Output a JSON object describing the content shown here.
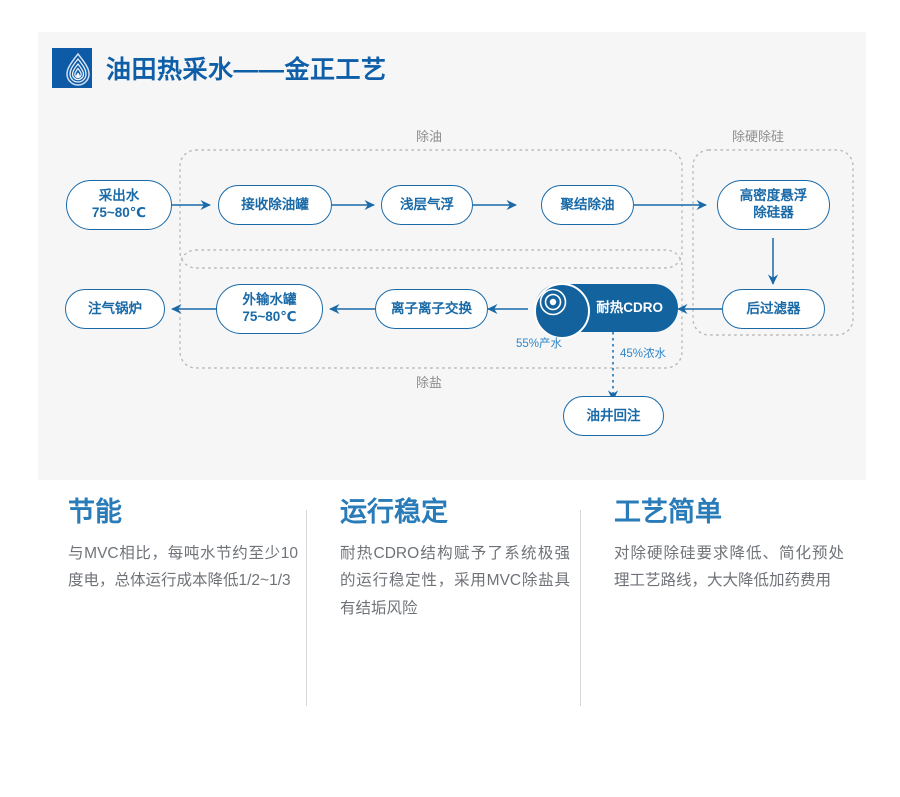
{
  "header": {
    "logo_icon": "water-drop-ripple-logo",
    "title": "油田热采水——金正工艺"
  },
  "diagram": {
    "groups": [
      {
        "key": "deoil",
        "label": "除油"
      },
      {
        "key": "desilica",
        "label": "除硬除硅"
      },
      {
        "key": "desalt",
        "label": "除盐"
      }
    ],
    "nodes": [
      {
        "key": "produced-water",
        "line1": "采出水",
        "line2": "75~80℃"
      },
      {
        "key": "receiving-tank",
        "line1": "接收除油罐",
        "line2": ""
      },
      {
        "key": "shallow-flotation",
        "line1": "浅层气浮",
        "line2": ""
      },
      {
        "key": "coalescing",
        "line1": "聚结除油",
        "line2": ""
      },
      {
        "key": "hd-desilicator",
        "line1": "高密度悬浮",
        "line2": "除硅器"
      },
      {
        "key": "post-filter",
        "line1": "后过滤器",
        "line2": ""
      },
      {
        "key": "cdro",
        "line1": "耐热CDRO",
        "line2": "",
        "icon": "membrane-ring-icon"
      },
      {
        "key": "ion-exchange",
        "line1": "离子离子交换",
        "line2": ""
      },
      {
        "key": "export-tank",
        "line1": "外输水罐",
        "line2": "75~80℃"
      },
      {
        "key": "steam-boiler",
        "line1": "注气锅炉",
        "line2": ""
      },
      {
        "key": "well-reinjection",
        "line1": "油井回注",
        "line2": ""
      }
    ],
    "flow_labels": [
      {
        "key": "permeate",
        "text": "55%产水"
      },
      {
        "key": "concentrate",
        "text": "45%浓水"
      }
    ]
  },
  "features": [
    {
      "key": "energy-saving",
      "title": "节能",
      "body": "与MVC相比，每吨水节约至少10度电，总体运行成本降低1/2~1/3"
    },
    {
      "key": "stable-operation",
      "title": "运行稳定",
      "body": "耐热CDRO结构赋予了系统极强的运行稳定性，采用MVC除盐具有结垢风险"
    },
    {
      "key": "simple-process",
      "title": "工艺简单",
      "body": "对除硬除硅要求降低、简化预处理工艺路线，大大降低加药费用"
    }
  ],
  "colors": {
    "brand_blue": "#0f5ea8",
    "node_blue": "#1a6aa8",
    "filled_node": "#13639f",
    "heading_blue": "#2a7cb8",
    "body_gray": "#6f7378",
    "group_label_gray": "#8d8d8d",
    "panel_bg": "#f6f6f7"
  }
}
